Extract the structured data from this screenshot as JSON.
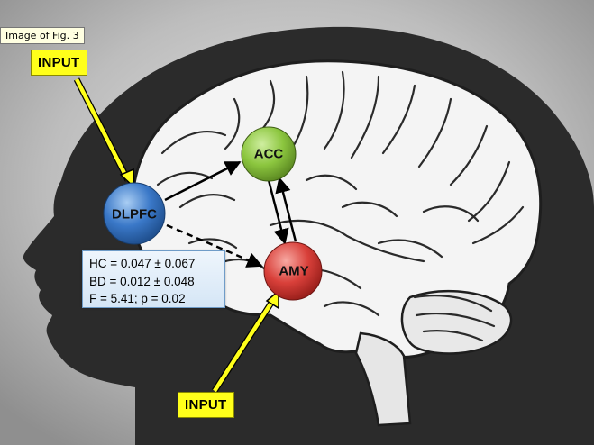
{
  "tooltip": "Image of Fig. 3",
  "inputs": {
    "top": "INPUT",
    "bottom": "INPUT"
  },
  "nodes": {
    "acc": "ACC",
    "dlpfc": "DLPFC",
    "amy": "AMY"
  },
  "stats": {
    "hc": "HC = 0.047 ± 0.067",
    "bd": "BD = 0.012 ± 0.048",
    "test": "F = 5.41; p = 0.02"
  },
  "colors": {
    "acc": "#8cc63f",
    "dlpfc": "#3a78c8",
    "amy": "#d9403a",
    "input_arrow": "#ffff1a",
    "head": "#2a2a2a",
    "brain": "#f4f4f4"
  }
}
